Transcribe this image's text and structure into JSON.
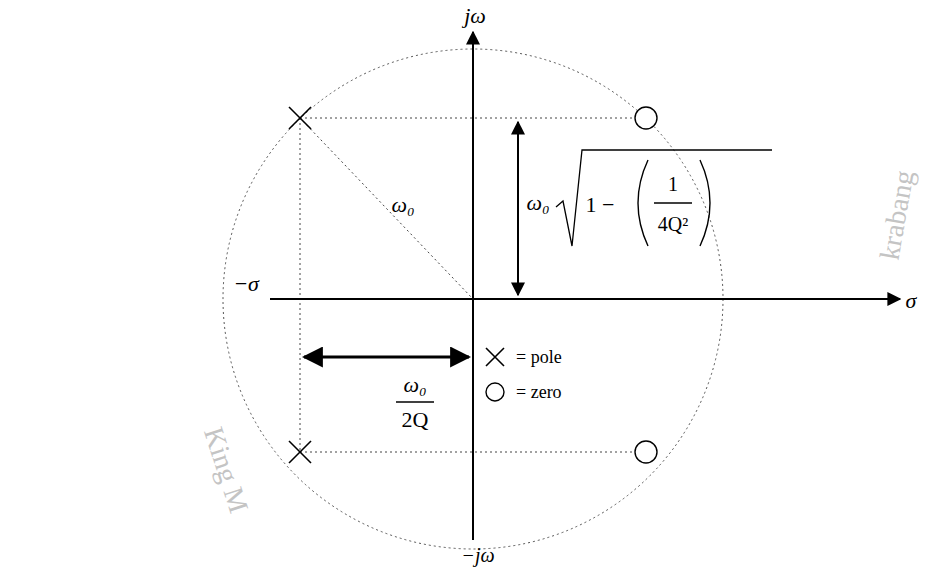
{
  "diagram": {
    "labels": [
      "jω",
      "−σ",
      "σ",
      "−jω",
      "ω₀",
      "ω₀",
      "1 −",
      "1",
      "4Q²",
      "ω₀",
      "2Q",
      "King M",
      "krabang"
    ],
    "legend": [
      {
        "text": "= pole"
      },
      {
        "text": "= zero"
      }
    ]
  }
}
